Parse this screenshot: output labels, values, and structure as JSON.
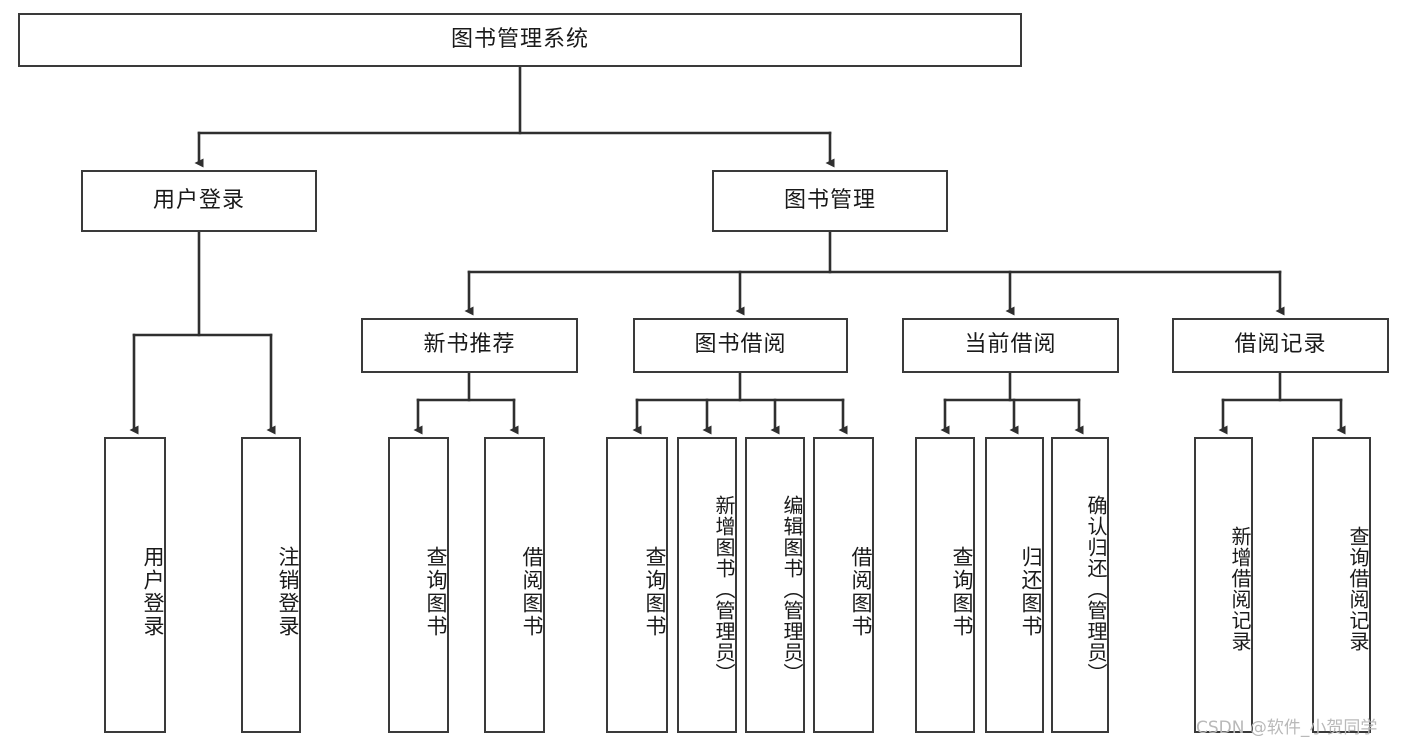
{
  "diagram": {
    "title": "图书管理系统",
    "type": "hierarchy-tree",
    "watermark": "CSDN @软件_小贺同学",
    "colors": {
      "box_border": "#3a3a3a",
      "connector": "#2f2f2f",
      "background": "#ffffff",
      "text": "#1a1a1a",
      "watermark": "#b9b9b9"
    },
    "nodes": {
      "root": {
        "label": "图书管理系统",
        "level": 1
      },
      "l2_user_login": {
        "label": "用户登录",
        "level": 2
      },
      "l2_book_mgmt": {
        "label": "图书管理",
        "level": 2
      },
      "l3_new_book": {
        "label": "新书推荐",
        "level": 3
      },
      "l3_borrow": {
        "label": "图书借阅",
        "level": 3
      },
      "l3_current": {
        "label": "当前借阅",
        "level": 3
      },
      "l3_record": {
        "label": "借阅记录",
        "level": 3
      },
      "leaf_login": {
        "label": "用户登录",
        "level": 4
      },
      "leaf_logout": {
        "label": "注销登录",
        "level": 4
      },
      "leaf_query_book_a": {
        "label": "查询图书",
        "level": 4
      },
      "leaf_borrow_book_a": {
        "label": "借阅图书",
        "level": 4
      },
      "leaf_query_book_b": {
        "label": "查询图书",
        "level": 4
      },
      "leaf_add_book": {
        "label": "新增图书（管理员）",
        "level": 4
      },
      "leaf_edit_book": {
        "label": "编辑图书（管理员）",
        "level": 4
      },
      "leaf_borrow_book_b": {
        "label": "借阅图书",
        "level": 4
      },
      "leaf_query_book_c": {
        "label": "查询图书",
        "level": 4
      },
      "leaf_return_book": {
        "label": "归还图书",
        "level": 4
      },
      "leaf_confirm_return": {
        "label": "确认归还（管理员）",
        "level": 4
      },
      "leaf_add_record": {
        "label": "新增借阅记录",
        "level": 4
      },
      "leaf_query_record": {
        "label": "查询借阅记录",
        "level": 4
      }
    },
    "edges": [
      {
        "from": "root",
        "to": "l2_user_login"
      },
      {
        "from": "root",
        "to": "l2_book_mgmt"
      },
      {
        "from": "l2_user_login",
        "to": "leaf_login"
      },
      {
        "from": "l2_user_login",
        "to": "leaf_logout"
      },
      {
        "from": "l2_book_mgmt",
        "to": "l3_new_book"
      },
      {
        "from": "l2_book_mgmt",
        "to": "l3_borrow"
      },
      {
        "from": "l2_book_mgmt",
        "to": "l3_current"
      },
      {
        "from": "l2_book_mgmt",
        "to": "l3_record"
      },
      {
        "from": "l3_new_book",
        "to": "leaf_query_book_a"
      },
      {
        "from": "l3_new_book",
        "to": "leaf_borrow_book_a"
      },
      {
        "from": "l3_borrow",
        "to": "leaf_query_book_b"
      },
      {
        "from": "l3_borrow",
        "to": "leaf_add_book"
      },
      {
        "from": "l3_borrow",
        "to": "leaf_edit_book"
      },
      {
        "from": "l3_borrow",
        "to": "leaf_borrow_book_b"
      },
      {
        "from": "l3_current",
        "to": "leaf_query_book_c"
      },
      {
        "from": "l3_current",
        "to": "leaf_return_book"
      },
      {
        "from": "l3_current",
        "to": "leaf_confirm_return"
      },
      {
        "from": "l3_record",
        "to": "leaf_add_record"
      },
      {
        "from": "l3_record",
        "to": "leaf_query_record"
      }
    ]
  }
}
